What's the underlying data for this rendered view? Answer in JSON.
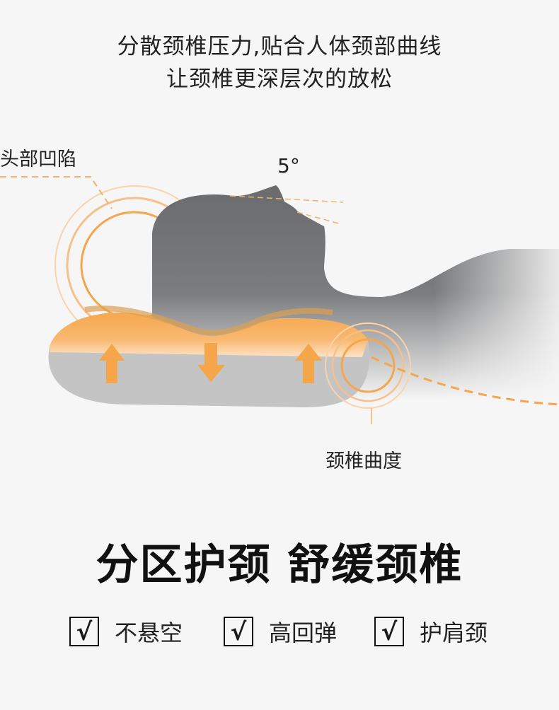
{
  "header": {
    "line1": "分散颈椎压力,贴合人体颈部曲线",
    "line2": "让颈椎更深层次的放松"
  },
  "illustration": {
    "head_label": "头部凹陷",
    "angle_label": "5°",
    "neck_label": "颈椎曲度",
    "accent_color": "#f5a54a",
    "silhouette_color": "#6e6f71"
  },
  "heading": "分区护颈 舒缓颈椎",
  "features": [
    {
      "check": "√",
      "label": "不悬空"
    },
    {
      "check": "√",
      "label": "高回弹"
    },
    {
      "check": "√",
      "label": "护肩颈"
    }
  ]
}
